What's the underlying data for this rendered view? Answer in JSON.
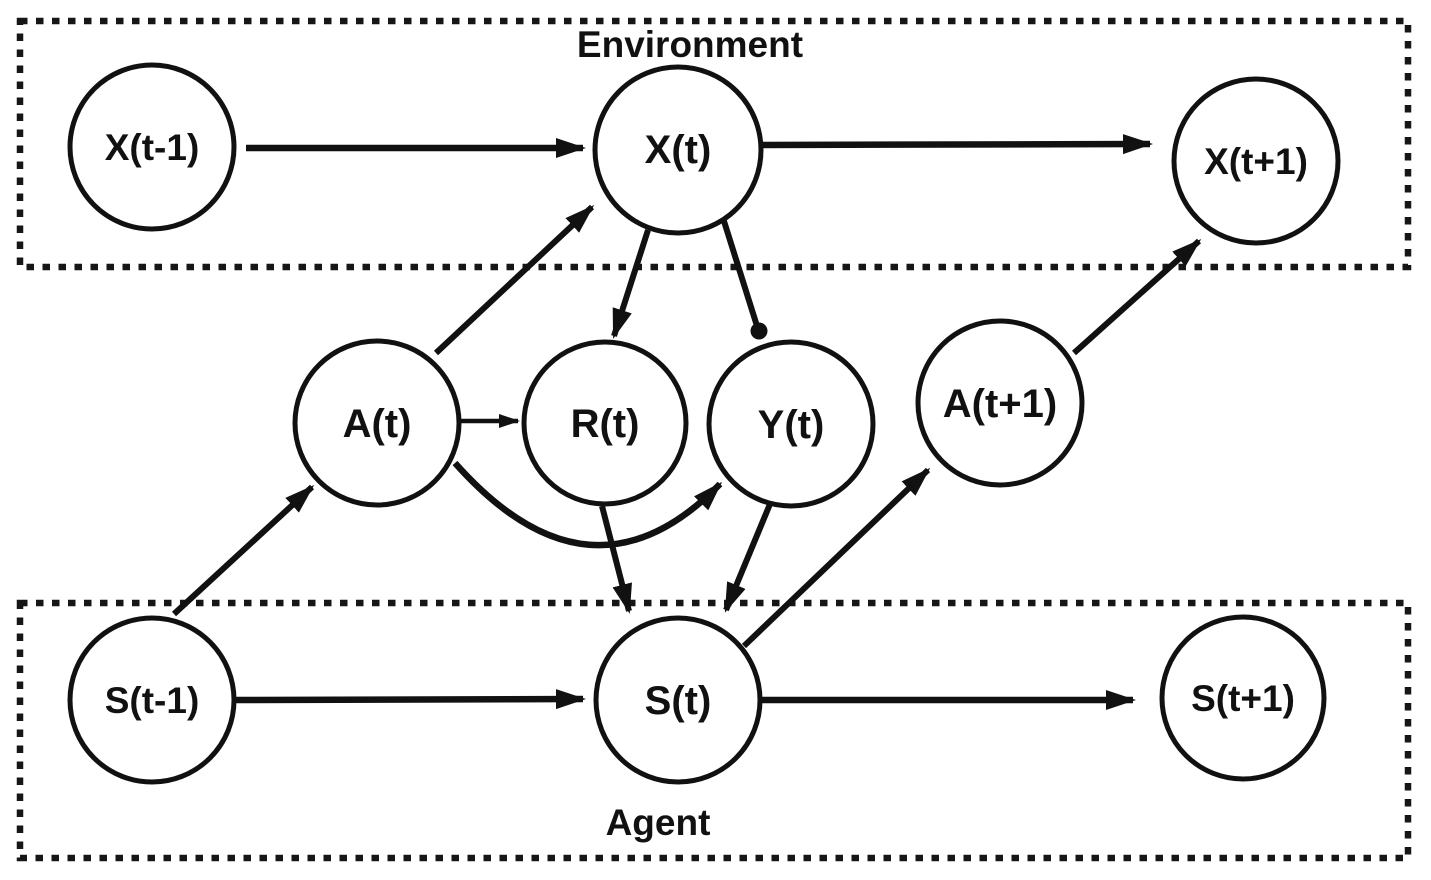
{
  "diagram": {
    "containers": {
      "environment": {
        "label": "Environment"
      },
      "agent": {
        "label": "Agent"
      }
    },
    "nodes": {
      "x_prev": {
        "label": "X(t-1)"
      },
      "x_t": {
        "label": "X(t)"
      },
      "x_next": {
        "label": "X(t+1)"
      },
      "a_t": {
        "label": "A(t)"
      },
      "r_t": {
        "label": "R(t)"
      },
      "y_t": {
        "label": "Y(t)"
      },
      "a_next": {
        "label": "A(t+1)"
      },
      "s_prev": {
        "label": "S(t-1)"
      },
      "s_t": {
        "label": "S(t)"
      },
      "s_next": {
        "label": "S(t+1)"
      }
    },
    "edges": [
      {
        "from": "X(t-1)",
        "to": "X(t)",
        "type": "arrow"
      },
      {
        "from": "X(t)",
        "to": "X(t+1)",
        "type": "arrow"
      },
      {
        "from": "S(t-1)",
        "to": "S(t)",
        "type": "arrow"
      },
      {
        "from": "S(t)",
        "to": "S(t+1)",
        "type": "arrow"
      },
      {
        "from": "S(t-1)",
        "to": "A(t)",
        "type": "arrow"
      },
      {
        "from": "A(t)",
        "to": "X(t)",
        "type": "arrow"
      },
      {
        "from": "A(t)",
        "to": "R(t)",
        "type": "arrow"
      },
      {
        "from": "A(t)",
        "to": "Y(t)",
        "type": "curved-arrow"
      },
      {
        "from": "X(t)",
        "to": "R(t)",
        "type": "arrow"
      },
      {
        "from": "X(t)",
        "to": "Y(t)",
        "type": "dot-ended"
      },
      {
        "from": "R(t)",
        "to": "S(t)",
        "type": "arrow"
      },
      {
        "from": "Y(t)",
        "to": "S(t)",
        "type": "arrow"
      },
      {
        "from": "S(t)",
        "to": "A(t+1)",
        "type": "arrow"
      },
      {
        "from": "A(t+1)",
        "to": "X(t+1)",
        "type": "arrow"
      }
    ],
    "colors": {
      "ink": "#111111",
      "background": "#ffffff"
    }
  }
}
